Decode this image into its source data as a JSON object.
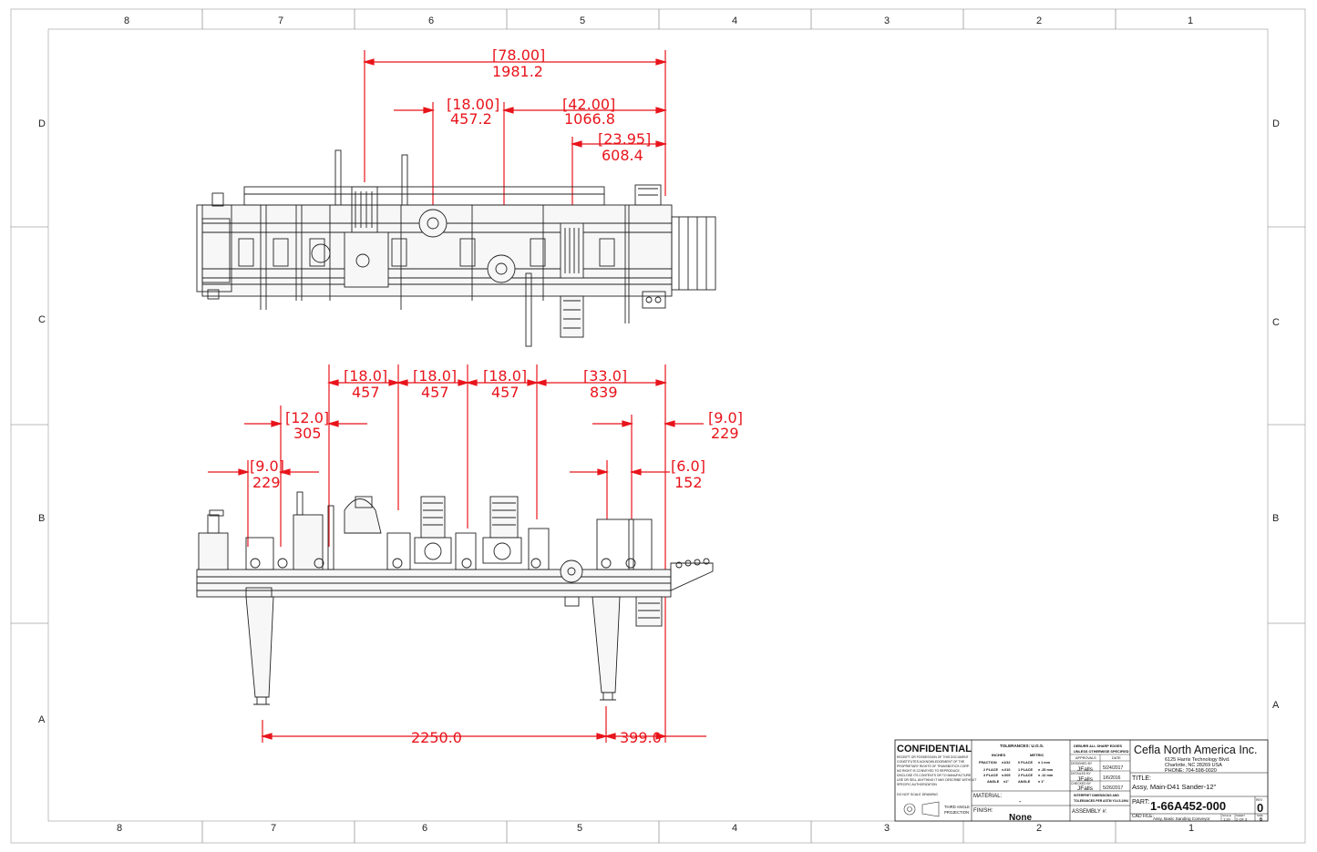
{
  "border": {
    "columns": [
      "8",
      "7",
      "6",
      "5",
      "4",
      "3",
      "2",
      "1"
    ],
    "rows": [
      "D",
      "C",
      "B",
      "A"
    ]
  },
  "dimensions": {
    "top": [
      {
        "in": "[78.00]",
        "mm": "1981.2"
      },
      {
        "in": "[18.00]",
        "mm": "457.2"
      },
      {
        "in": "[42.00]",
        "mm": "1066.8"
      },
      {
        "in": "[23.95]",
        "mm": "608.4"
      }
    ],
    "front_top_row": [
      {
        "in": "[18.0]",
        "mm": "457"
      },
      {
        "in": "[18.0]",
        "mm": "457"
      },
      {
        "in": "[18.0]",
        "mm": "457"
      },
      {
        "in": "[33.0]",
        "mm": "839"
      }
    ],
    "front_mid_row": [
      {
        "in": "[12.0]",
        "mm": "305"
      },
      {
        "in": "[9.0]",
        "mm": "229"
      }
    ],
    "front_low_row": [
      {
        "in": "[9.0]",
        "mm": "229"
      },
      {
        "in": "[6.0]",
        "mm": "152"
      }
    ],
    "bottom": [
      "2250.0",
      "399.0"
    ]
  },
  "title_block": {
    "confidential": "CONFIDENTIAL",
    "confidential_text": [
      "RECEIPT OR POSSESSION OF THIS DOCUMENT",
      "CONSTITUTES ACKNOWLEDGEMENT OF THE",
      "PROPRIETARY RIGHTS OF TRANSBOTICS CORP.",
      "NO RIGHT IS CONVEYED TO REPRODUCE,",
      "DISCLOSE ITS CONTENTS OR TO MANUFACTURE",
      "USE OR SELL ANYTHING IT MAY DESCRIBE WITHOUT",
      "SPECIFIC AUTHORIZATION"
    ],
    "do_not_scale": "DO NOT SCALE DRAWING",
    "projection": [
      "THIRD ANGLE",
      "PROJECTION"
    ],
    "tolerances_title": "TOLERANCES: U.O.S.",
    "tol_inches": "INCHES",
    "tol_metric": "METRIC",
    "tol_rows": [
      {
        "a": "FRACTION",
        "b": "±1/32",
        "c": "0 PLACE",
        "d": "± 1 mm"
      },
      {
        "a": "2 PLACE",
        "b": "±.010",
        "c": "1 PLACE",
        "d": "± .25 mm"
      },
      {
        "a": "3 PLACE",
        "b": "±.005",
        "c": "2 PLACE",
        "d": "± .12 mm"
      },
      {
        "a": "ANGLE",
        "b": "±1°",
        "c": "ANGLE",
        "d": "± 1°"
      }
    ],
    "material_label": "MATERIAL:",
    "material_value": "-",
    "finish_label": "FINISH:",
    "finish_value": "None",
    "deburr": [
      "DEBURR ALL SHARP EDGES",
      "UNLESS OTHERWISE SPECIFIED"
    ],
    "approvals_label": "APPROVALS",
    "date_label": "DATE",
    "designed_by_label": "DESIGNED BY",
    "designed_by": "JFalls",
    "designed_date": "5/24/2017",
    "detailed_by_label": "DETAILED BY",
    "detailed_by": "JFalls",
    "detailed_date": "1/6/2016",
    "checked_by_label": "CHECKED BY",
    "checked_by": "JFalls",
    "checked_date": "5/26/2017",
    "interpret": [
      "INTERPRET DIMENSIONS AND",
      "TOLERANCES PER ASTM Y14.5-1994"
    ],
    "assembly_label": "ASSEMBLY #:",
    "company": "Cefla North America Inc.",
    "address": [
      "6125 Harris Technology Blvd.",
      "Charlotte, NC 28269 USA",
      "PHONE: 704-598-0020"
    ],
    "title_label": "TITLE:",
    "title_value": "Assy, Main-D41 Sander-12\"",
    "part_label": "PART:",
    "part_number": "1-66A452-000",
    "rev_label": "REV",
    "rev_value": "0",
    "cad_file_label": "CAD FILE:",
    "cad_file_value": "Assy, Basic Sanding Conveyor",
    "scale_label": "SCALE",
    "scale_value": "1:20",
    "sheet_label": "SHEET",
    "sheet_value": "2 OF 3",
    "size_label": "SIZE",
    "size_value": "B"
  }
}
